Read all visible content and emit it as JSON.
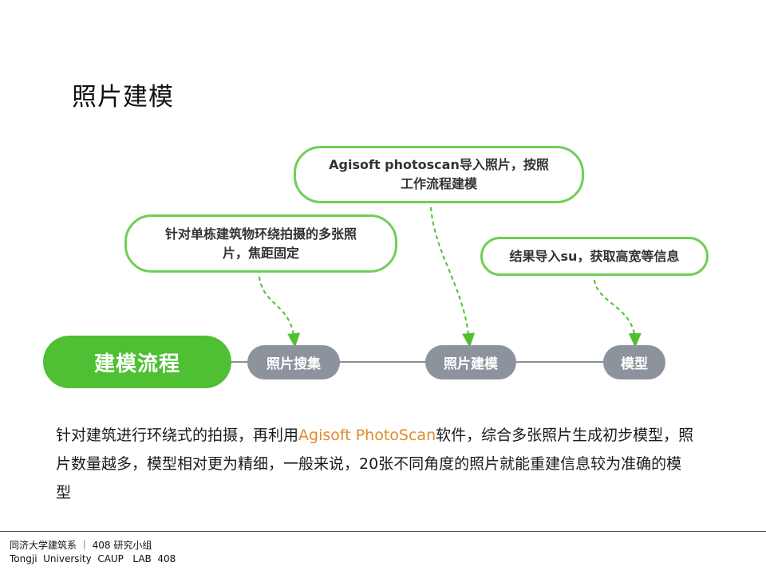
{
  "title": "照片建模",
  "bubbles": {
    "import": {
      "line1": "Agisoft photoscan导入照片，按照",
      "line2": "工作流程建模"
    },
    "photo": {
      "line1": "针对单栋建筑物环绕拍摄的多张照",
      "line2": "片，焦距固定"
    },
    "result": {
      "line1": "结果导入su，获取高宽等信息"
    }
  },
  "flow": {
    "main": "建模流程",
    "steps": [
      "照片搜集",
      "照片建模",
      "模型"
    ]
  },
  "paragraph": {
    "before": "针对建筑进行环绕式的拍摄，再利用",
    "highlight": "Agisoft  PhotoScan",
    "after": "软件，综合多张照片生成初步模型，照片数量越多，模型相对更为精细，一般来说，20张不同角度的照片就能重建信息较为准确的模型"
  },
  "footer": {
    "line1": "同济大学建筑系 ｜ 408 研究小组",
    "line2": "Tongji  University  CAUP   LAB  408"
  },
  "colors": {
    "accent_green": "#4fbf33",
    "bubble_border": "#6fcf55",
    "step_gray": "#8d939c",
    "highlight_orange": "#e08a2c"
  }
}
